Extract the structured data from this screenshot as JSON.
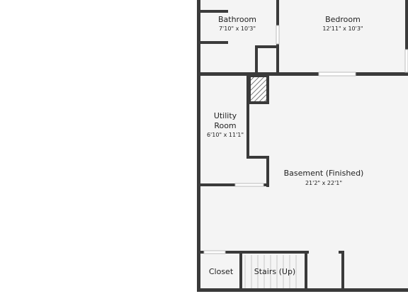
{
  "rooms": {
    "bathroom": {
      "name": "Bathroom",
      "dims": "7'10\" x 10'3\""
    },
    "bedroom": {
      "name": "Bedroom",
      "dims": "12'11\" x 10'3\""
    },
    "utility": {
      "name_line1": "Utility",
      "name_line2": "Room",
      "dims": "6'10\" x 11'1\""
    },
    "basement": {
      "name": "Basement (Finished)",
      "dims": "21'2\" x 22'1\""
    },
    "closet": {
      "name": "Closet"
    },
    "stairs": {
      "name": "Stairs (Up)"
    }
  },
  "colors": {
    "wall": "#3a3a3a",
    "floor": "#f4f4f4",
    "background": "#ffffff",
    "text": "#222222"
  }
}
